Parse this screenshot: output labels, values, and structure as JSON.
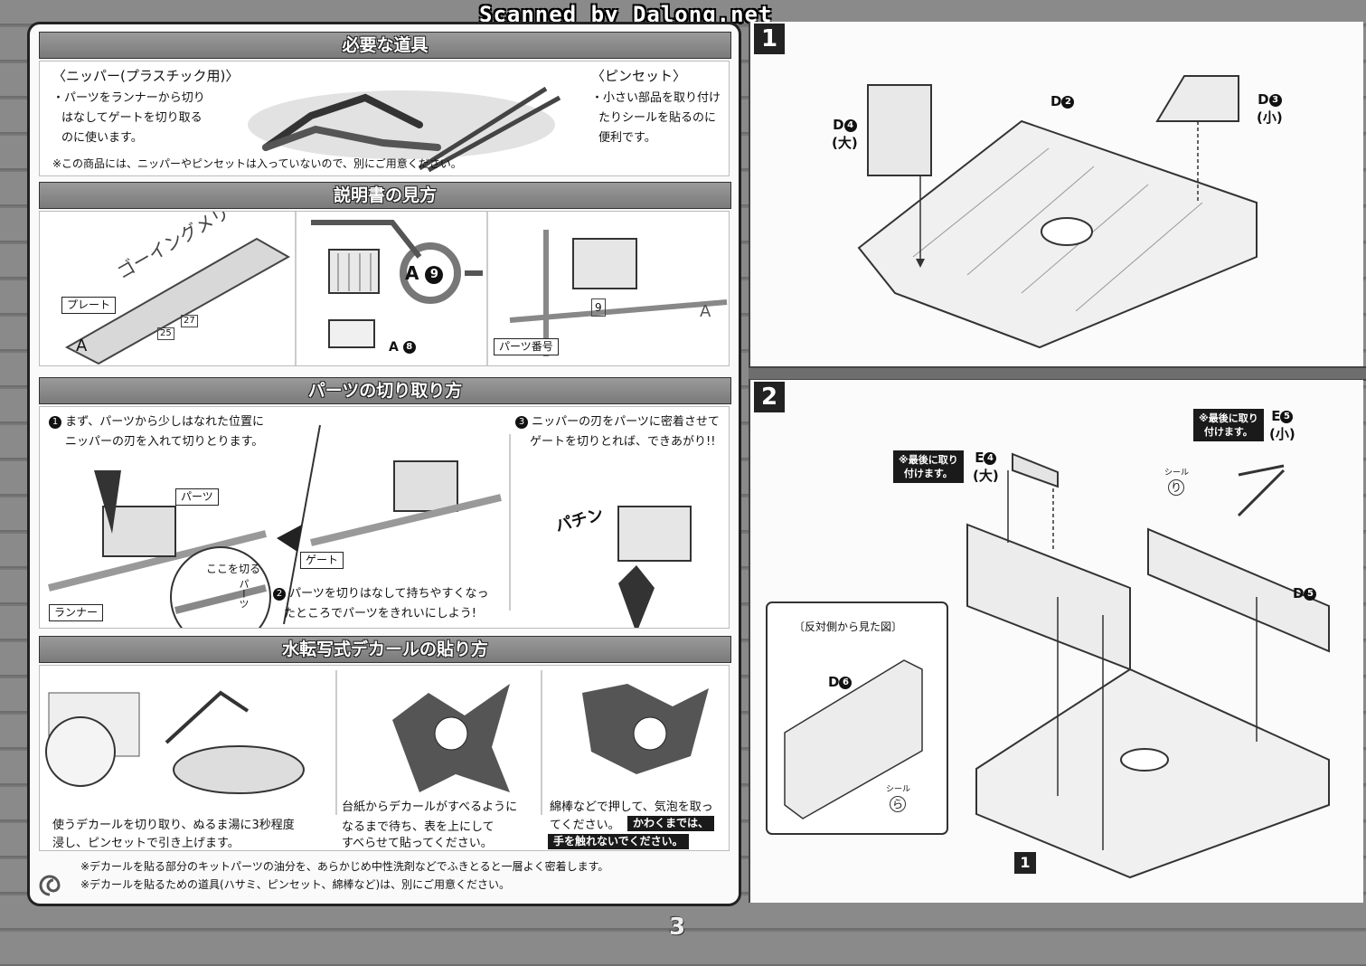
{
  "watermark": "Scanned by Dalong.net",
  "page_number": "3",
  "tools": {
    "title": "必要な道具",
    "nipper_heading": "〈ニッパー(プラスチック用)〉",
    "nipper_line1": "・パーツをランナーから切り",
    "nipper_line2": "はなしてゲートを切り取る",
    "nipper_line3": "のに使います。",
    "tweezer_heading": "〈ピンセット〉",
    "tweezer_line1": "・小さい部品を取り付け",
    "tweezer_line2": "たりシールを貼るのに",
    "tweezer_line3": "便利です。",
    "note": "※この商品には、ニッパーやピンセットは入っていないので、別にご用意ください。"
  },
  "howto_read": {
    "title": "説明書の見方",
    "plate_label": "プレート",
    "plate_text": "ゴーイングメリー号",
    "plate_letter": "A",
    "tag_a": "25",
    "tag_b": "27",
    "callout_letter": "A",
    "callout_num": "9",
    "part_label": "A",
    "part_num": "8",
    "part_number_label": "パーツ番号",
    "runner_tag": "9",
    "runner_letter": "A"
  },
  "cutting": {
    "title": "パーツの切り取り方",
    "step1_num": "1",
    "step1_line1": "まず、パーツから少しはなれた位置に",
    "step1_line2": "ニッパーの刃を入れて切りとります。",
    "label_parts": "パーツ",
    "label_cut_here": "ここを切る",
    "label_parts_v": "パーツ",
    "label_runner": "ランナー",
    "label_gate": "ゲート",
    "step2_num": "2",
    "step2_line1": "パーツを切りはなして持ちやすくなっ",
    "step2_line2": "たところでパーツをきれいにしよう!",
    "step3_num": "3",
    "step3_line1": "ニッパーの刃をパーツに密着させて",
    "step3_line2": "ゲートを切りとれば、できあがり!!",
    "sfx": "パチン"
  },
  "decal": {
    "title": "水転写式デカールの貼り方",
    "text1_line1": "使うデカールを切り取り、ぬるま湯に3秒程度",
    "text1_line2": "浸し、ピンセットで引き上げます。",
    "text2_line1": "台紙からデカールがすべるように",
    "text2_line2": "なるまで待ち、表を上にして",
    "text2_line3": "すべらせて貼ってください。",
    "text3_line1": "綿棒などで押して、気泡を取っ",
    "text3_line2": "てください。",
    "warn_line1": "かわくまでは、",
    "warn_line2": "手を触れないでください。",
    "note1": "※デカールを貼る部分のキットパーツの油分を、あらかじめ中性洗剤などでふきとると一層よく密着します。",
    "note2": "※デカールを貼るための道具(ハサミ、ピンセット、綿棒など)は、別にご用意ください。"
  },
  "step1": {
    "number": "1",
    "d4_label": "D",
    "d4_num": "4",
    "d4_size": "(大)",
    "d2_label": "D",
    "d2_num": "2",
    "d3_label": "D",
    "d3_num": "3",
    "d3_size": "(小)"
  },
  "step2": {
    "number": "2",
    "attach_last_a_line1": "※最後に取り",
    "attach_last_a_line2": "付けます。",
    "e4_label": "E",
    "e4_num": "4",
    "e4_size": "(大)",
    "attach_last_b_line1": "※最後に取り",
    "attach_last_b_line2": "付けます。",
    "e5_label": "E",
    "e5_num": "5",
    "e5_size": "(小)",
    "seal_ri_caption": "シール",
    "seal_ri": "り",
    "d5_label": "D",
    "d5_num": "5",
    "inset_caption": "〔反対側から見た図〕",
    "d6_label": "D",
    "d6_num": "6",
    "seal_ra_caption": "シール",
    "seal_ra": "ら",
    "ref_step": "1"
  }
}
